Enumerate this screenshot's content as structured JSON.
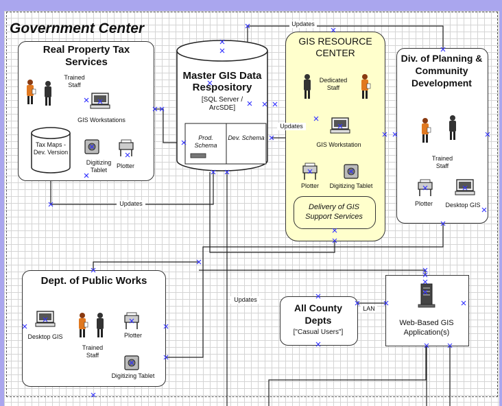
{
  "colors": {
    "outer_background": "#aaa6ee",
    "canvas": "#ffffff",
    "gis_resource_fill": "#ffffcc",
    "selection_marker": "#3333ff",
    "line": "#222222"
  },
  "government_center": {
    "title": "Government Center"
  },
  "real_property": {
    "title": "Real Property Tax Services",
    "staff": "Trained Staff",
    "workstations": "GIS Workstations",
    "tax_maps": "Tax Maps - Dev. Version",
    "digitizing": "Digitizing Tablet",
    "plotter": "Plotter"
  },
  "repository": {
    "title": "Master GIS Data Respository",
    "subtitle": "[SQL Server / ArcSDE]",
    "prod": "Prod. Schema",
    "dev": "Dev. Schema"
  },
  "gis_resource": {
    "title": "GIS RESOURCE CENTER",
    "staff": "Dedicated Staff",
    "workstation": "GIS Workstation",
    "plotter": "Plotter",
    "digitizing": "Digitizing Tablet",
    "delivery": "Delivery of GIS Support Services"
  },
  "planning": {
    "title": "Div. of Planning & Community Development",
    "staff": "Trained Staff",
    "plotter": "Plotter",
    "desktop": "Desktop GIS"
  },
  "public_works": {
    "title": "Dept. of Public Works",
    "desktop": "Desktop GIS",
    "staff": "Trained Staff",
    "plotter": "Plotter",
    "digitizing": "Digitizing Tablet"
  },
  "county": {
    "title": "All County Depts",
    "subtitle": "[\"Casual Users\"]"
  },
  "web": {
    "title": "Web-Based GIS Application(s)"
  },
  "connectors": {
    "updates_top": "Updates",
    "updates_resource": "Updates",
    "updates_bottom": "Updates",
    "updates_middle": "Updates",
    "lan": "LAN"
  }
}
